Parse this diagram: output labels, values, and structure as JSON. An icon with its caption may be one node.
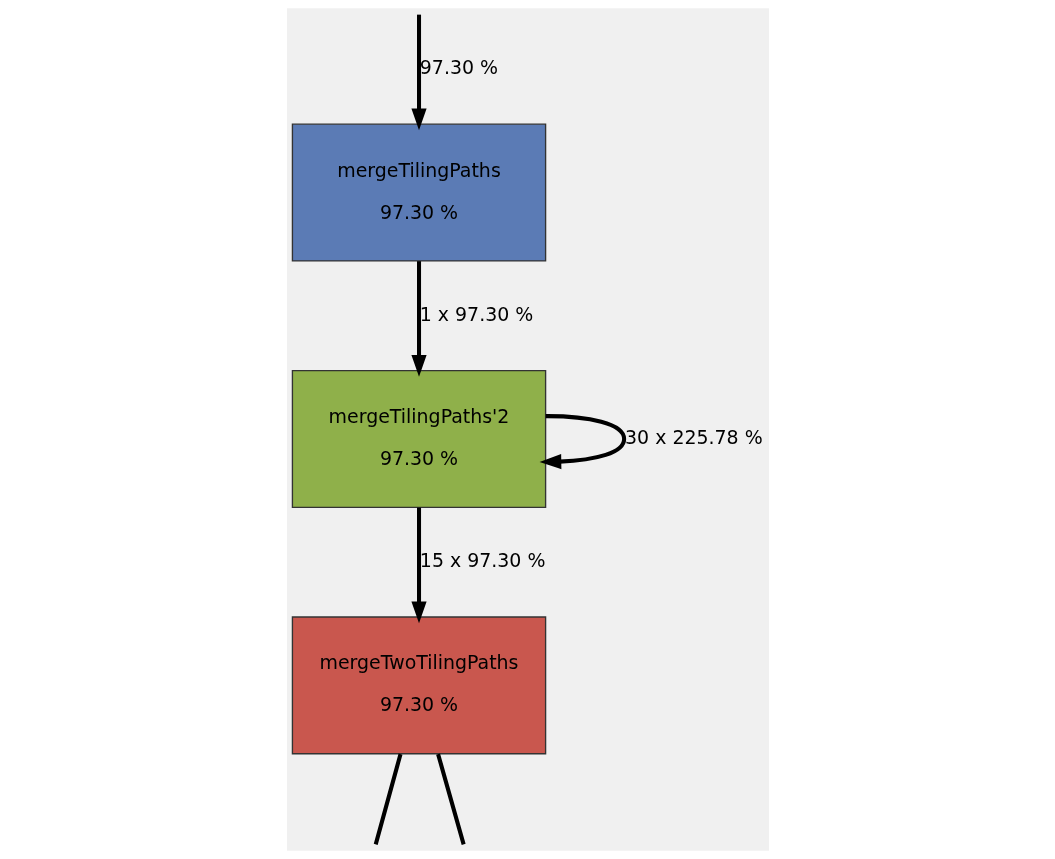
{
  "diagram": {
    "nodes": [
      {
        "text": [
          "mergeTilingPaths",
          "97.30 %"
        ]
      },
      {
        "text": [
          "mergeTilingPaths'2",
          "97.30 %"
        ]
      },
      {
        "text": [
          "mergeTwoTilingPaths",
          "97.30 %"
        ]
      }
    ],
    "edges": [
      {
        "from": null,
        "to": 0,
        "arrow": "to",
        "label": "97.30 %"
      },
      {
        "from": 0,
        "to": 1,
        "arrow": "to",
        "label": "1 x 97.30 %"
      },
      {
        "from": 1,
        "to": 1,
        "arrow": "to",
        "label": "30 x 225.78 %"
      },
      {
        "from": 1,
        "to": 2,
        "arrow": "to",
        "label": "15 x 97.30 %"
      },
      {
        "from": 2,
        "to": null,
        "arrow": "none"
      },
      {
        "from": 2,
        "to": null,
        "arrow": "none"
      }
    ]
  }
}
